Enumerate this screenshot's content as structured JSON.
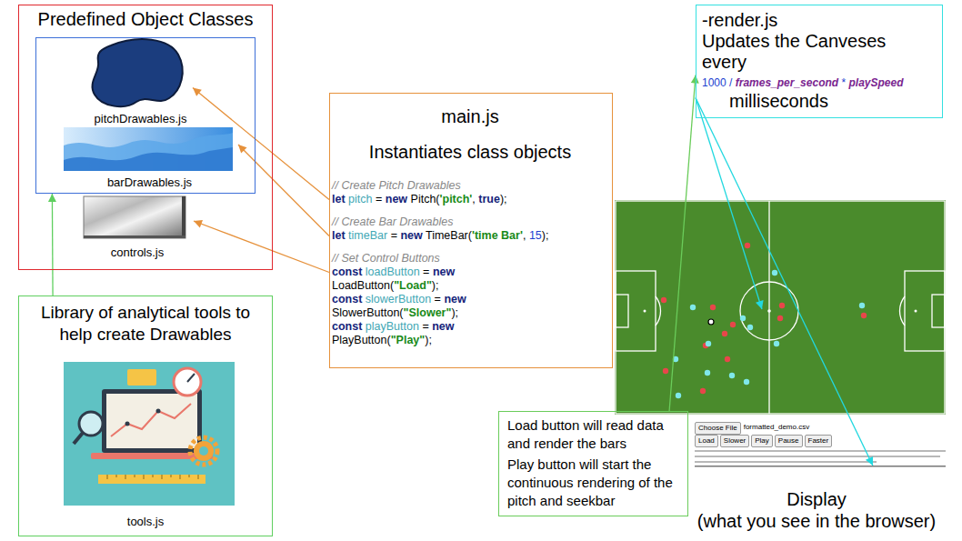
{
  "diagram": {
    "nodes": [
      {
        "text": [
          "Predefined Object Classes"
        ]
      },
      {
        "text": [],
        "in": 0
      },
      {
        "text": [
          "pitchDrawables.js"
        ],
        "in": 1
      },
      {
        "text": [
          "barDrawables.js"
        ],
        "in": 1
      },
      {
        "text": [
          "controls.js"
        ],
        "in": 0
      },
      {
        "text": [
          "Library of analytical tools to help create Drawables",
          "tools.js"
        ]
      },
      {
        "text": [
          "main.js",
          "Instantiates class objects",
          "// Create Pitch Drawables",
          "let pitch = new Pitch('pitch', true);",
          "// Create Bar Drawables",
          "let timeBar = new TimeBar('time Bar', 15);",
          "// Set Control Buttons",
          "const loadButton = new LoadButton(\"Load\");",
          "const slowerButton = new SlowerButton(\"Slower\");",
          "const playButton = new PlayButton(\"Play\");"
        ]
      },
      {
        "text": [
          "-render.js",
          "Updates the Canveses every",
          "1000 / frames_per_second * playSpeed",
          "milliseconds"
        ]
      },
      {
        "text": [
          "Load button will read data and render the bars",
          "Play button will start the continuous rendering of the pitch and seekbar"
        ]
      },
      {
        "text": [
          "Display",
          "(what you see in the browser)"
        ]
      },
      {
        "text": [
          "Choose File"
        ],
        "in": 9
      },
      {
        "text": [
          "Load"
        ],
        "in": 9
      },
      {
        "text": [
          "Slower"
        ],
        "in": 9
      },
      {
        "text": [
          "Play"
        ],
        "in": 9
      },
      {
        "text": [
          "Pause"
        ],
        "in": 9
      },
      {
        "text": [
          "Faster"
        ],
        "in": 9
      }
    ],
    "edges": [
      {
        "from": 6,
        "to": 2,
        "arrow": "to"
      },
      {
        "from": 6,
        "to": 3,
        "arrow": "to"
      },
      {
        "from": 6,
        "to": 4,
        "arrow": "to"
      },
      {
        "from": 5,
        "to": 1,
        "arrow": "to"
      },
      {
        "from": 8,
        "to": 7,
        "arrow": "to"
      },
      {
        "from": 7,
        "to": 9,
        "arrow": "to"
      },
      {
        "from": 7,
        "to": 9,
        "arrow": "to"
      }
    ],
    "labels": [
      "formatted_demo.csv"
    ]
  }
}
